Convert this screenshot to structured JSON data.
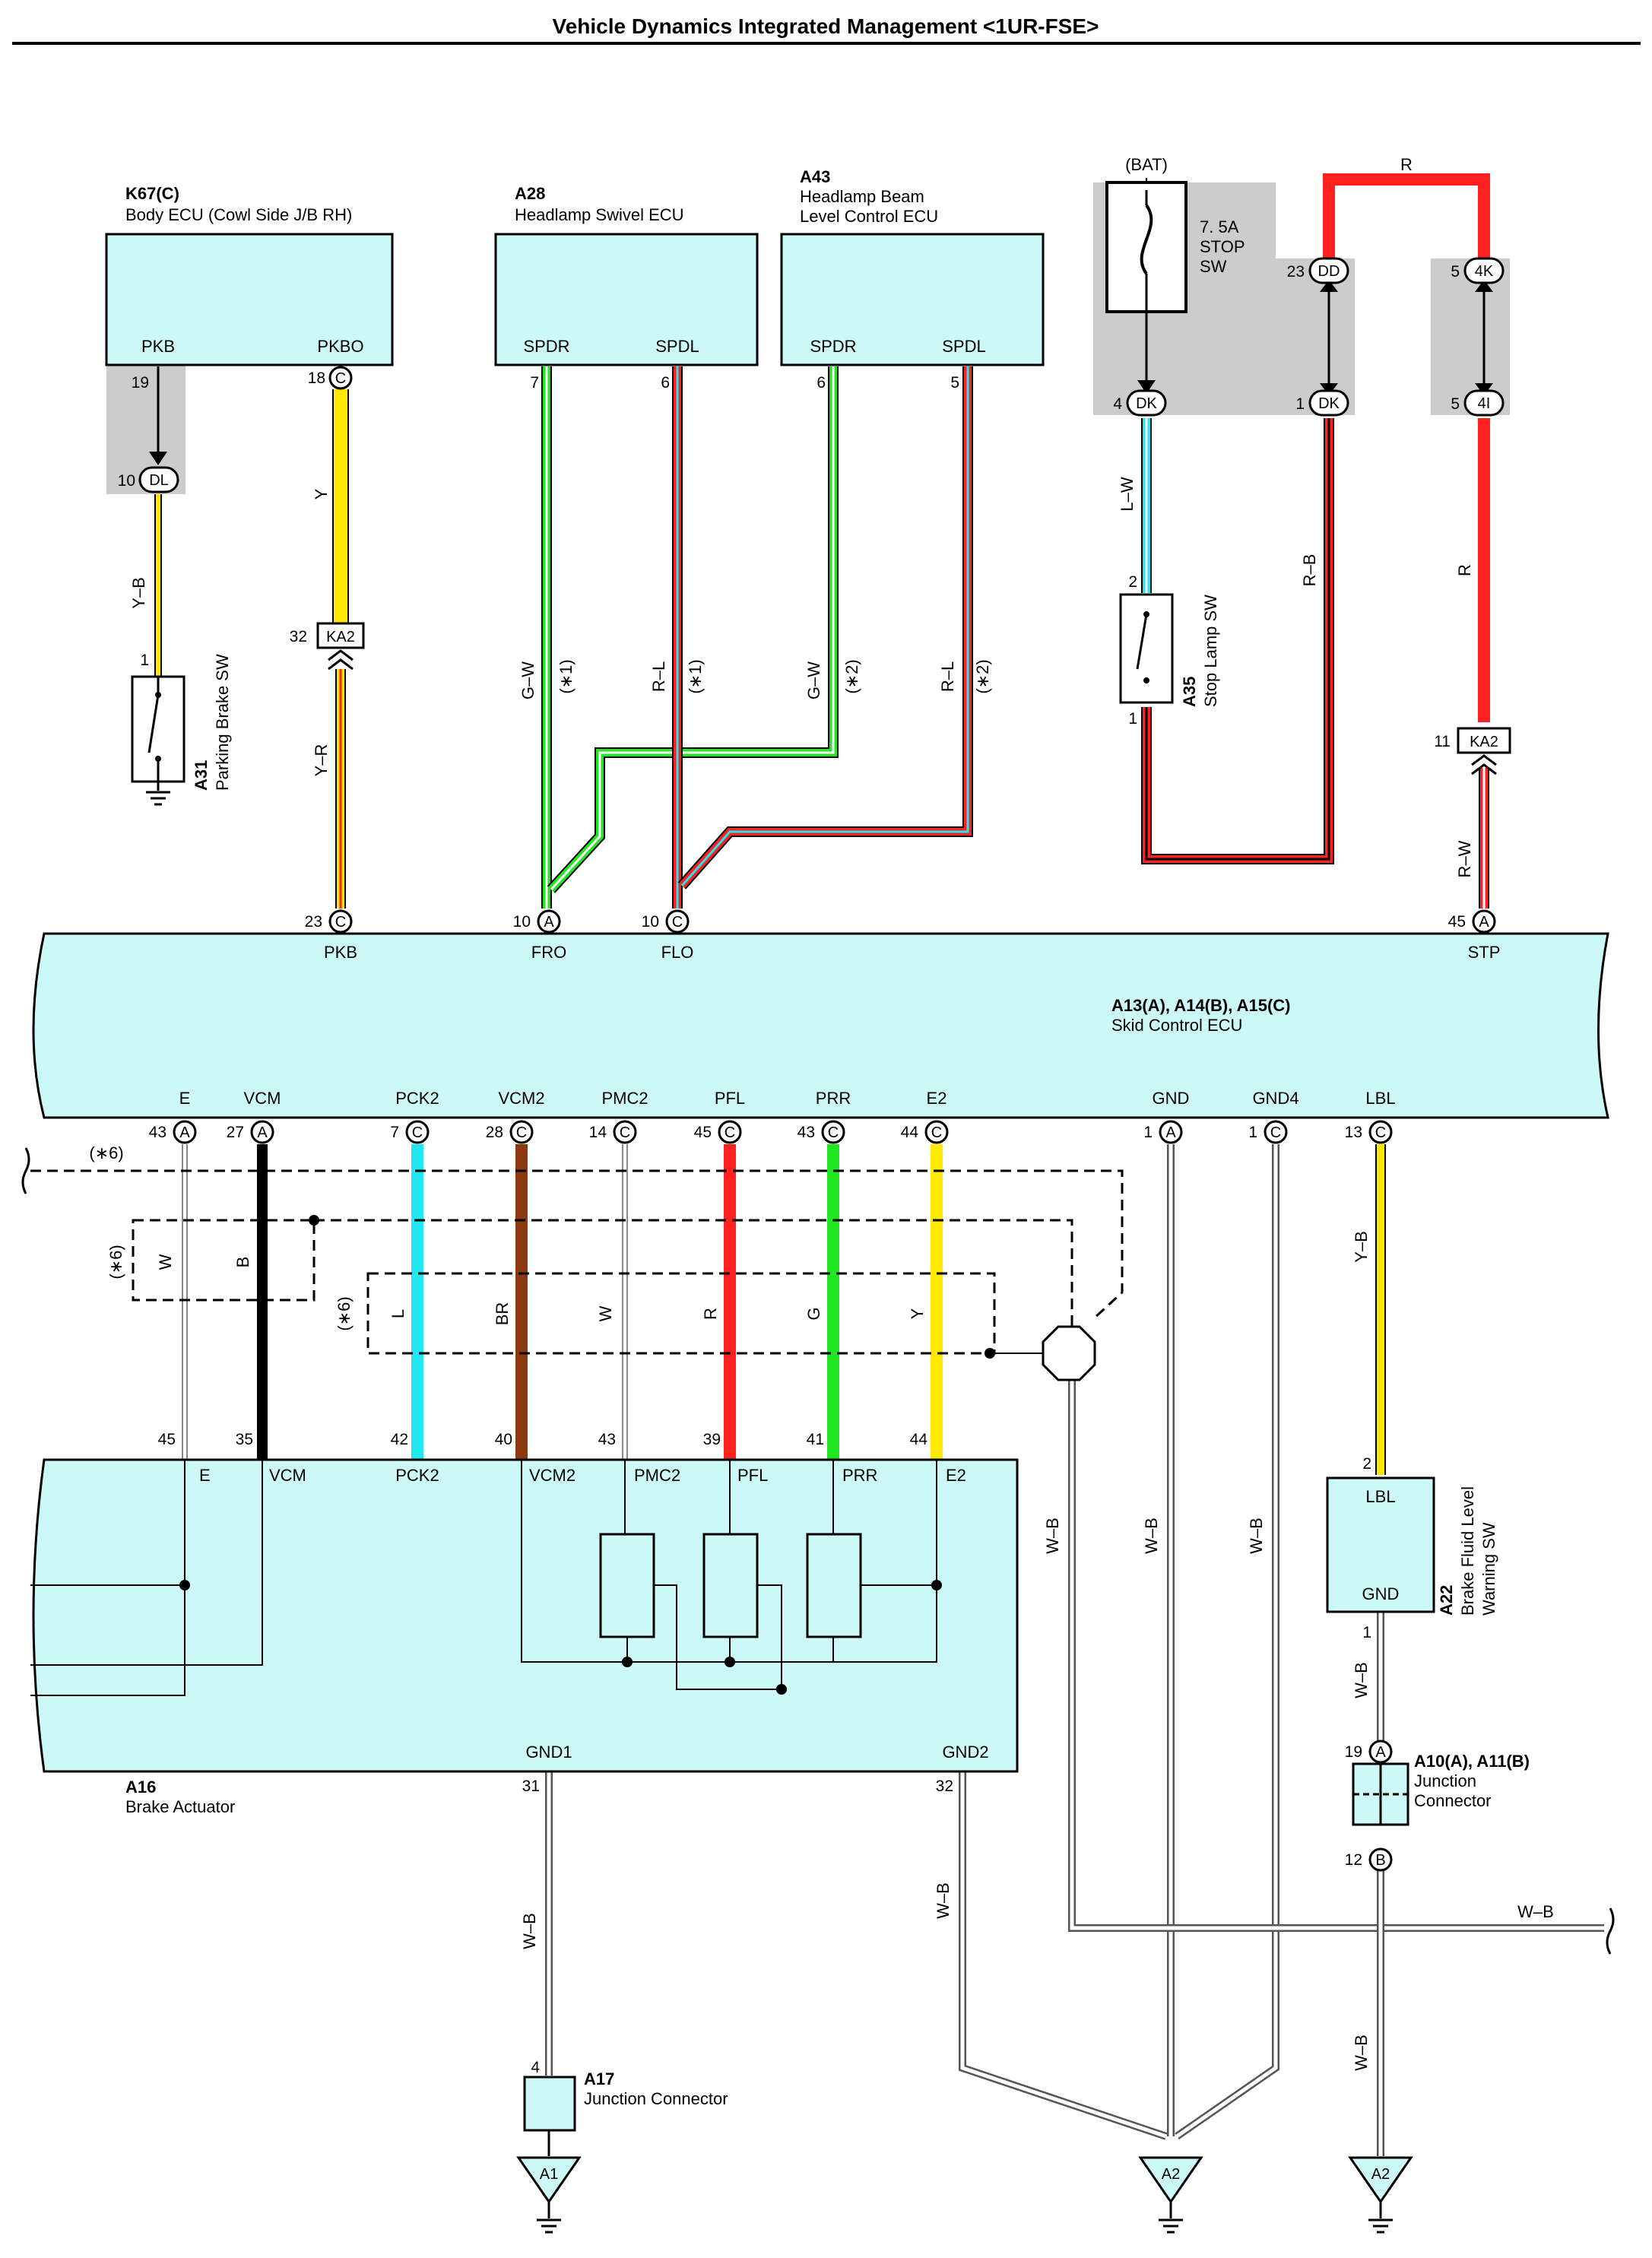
{
  "title": "Vehicle Dynamics Integrated Management <1UR-FSE>",
  "components": {
    "body_ecu": {
      "code": "K67(C)",
      "name": "Body ECU (Cowl Side J/B RH)",
      "pins": [
        "PKB",
        "PKBO"
      ]
    },
    "swivel_ecu": {
      "code": "A28",
      "name": "Headlamp Swivel ECU",
      "pins": [
        "SPDR",
        "SPDL"
      ]
    },
    "beam_ecu": {
      "code": "A43",
      "name1": "Headlamp Beam",
      "name2": "Level Control ECU",
      "pins": [
        "SPDR",
        "SPDL"
      ]
    },
    "bat": "(BAT)",
    "fuse": [
      "7. 5A",
      "STOP",
      "SW"
    ],
    "parking_brake_sw": {
      "code": "A31",
      "name": "Parking Brake SW"
    },
    "stop_lamp_sw": {
      "code": "A35",
      "name": "Stop Lamp SW"
    },
    "skid_ecu": {
      "code": "A13(A), A14(B), A15(C)",
      "name": "Skid Control ECU",
      "top_pins": [
        "PKB",
        "FRO",
        "FLO",
        "STP"
      ],
      "bottom_pins": [
        "E",
        "VCM",
        "PCK2",
        "VCM2",
        "PMC2",
        "PFL",
        "PRR",
        "E2",
        "GND",
        "GND4",
        "LBL"
      ]
    },
    "brake_actuator": {
      "code": "A16",
      "name": "Brake Actuator",
      "pins": [
        "E",
        "VCM",
        "PCK2",
        "VCM2",
        "PMC2",
        "PFL",
        "PRR",
        "E2"
      ],
      "gnd1": "GND1",
      "gnd2": "GND2"
    },
    "fluid_sw": {
      "code": "A22",
      "name1": "Brake Fluid Level",
      "name2": "Warning SW",
      "lbl": "LBL",
      "gnd": "GND"
    },
    "junction_a10": {
      "code": "A10(A), A11(B)",
      "name1": "Junction",
      "name2": "Connector"
    },
    "junction_a17": {
      "code": "A17",
      "name": "Junction Connector"
    }
  },
  "connectors": {
    "dl": "DL",
    "c": "C",
    "ka2": "KA2",
    "a": "A",
    "b": "B",
    "dk": "DK",
    "dd": "DD",
    "k4": "4K",
    "i4": "4I"
  },
  "grounds": {
    "a1": "A1",
    "a2": "A2"
  },
  "pin_numbers": {
    "p19": "19",
    "p10": "10",
    "p1": "1",
    "p18": "18",
    "p32": "32",
    "p23": "23",
    "p7": "7",
    "p6": "6",
    "p5": "5",
    "p4": "4",
    "p2": "2",
    "p11": "11",
    "p45": "45",
    "p43": "43",
    "p27": "27",
    "p28": "28",
    "p14": "14",
    "p44": "44",
    "p13": "13",
    "p35": "35",
    "p42": "42",
    "p40": "40",
    "p39": "39",
    "p41": "41",
    "p31": "31",
    "p12": "12"
  },
  "wire_colors": {
    "yb": "Y–B",
    "y": "Y",
    "yr": "Y–R",
    "gw": "G–W",
    "rl": "R–L",
    "r": "R",
    "lw": "L–W",
    "rb": "R–B",
    "rw": "R–W",
    "w": "W",
    "b": "B",
    "l": "L",
    "br": "BR",
    "g": "G",
    "wb": "W–B"
  },
  "notes": {
    "n1": "(∗1)",
    "n2": "(∗2)",
    "n6": "(∗6)"
  },
  "colors": {
    "yellow": "#ffe800",
    "red": "#ff2020",
    "green": "#22e622",
    "cyan": "#22e6f0",
    "brown": "#8b3a10",
    "black": "#000000",
    "box_fill": "#ccf8f8",
    "gray": "#cccccc"
  }
}
